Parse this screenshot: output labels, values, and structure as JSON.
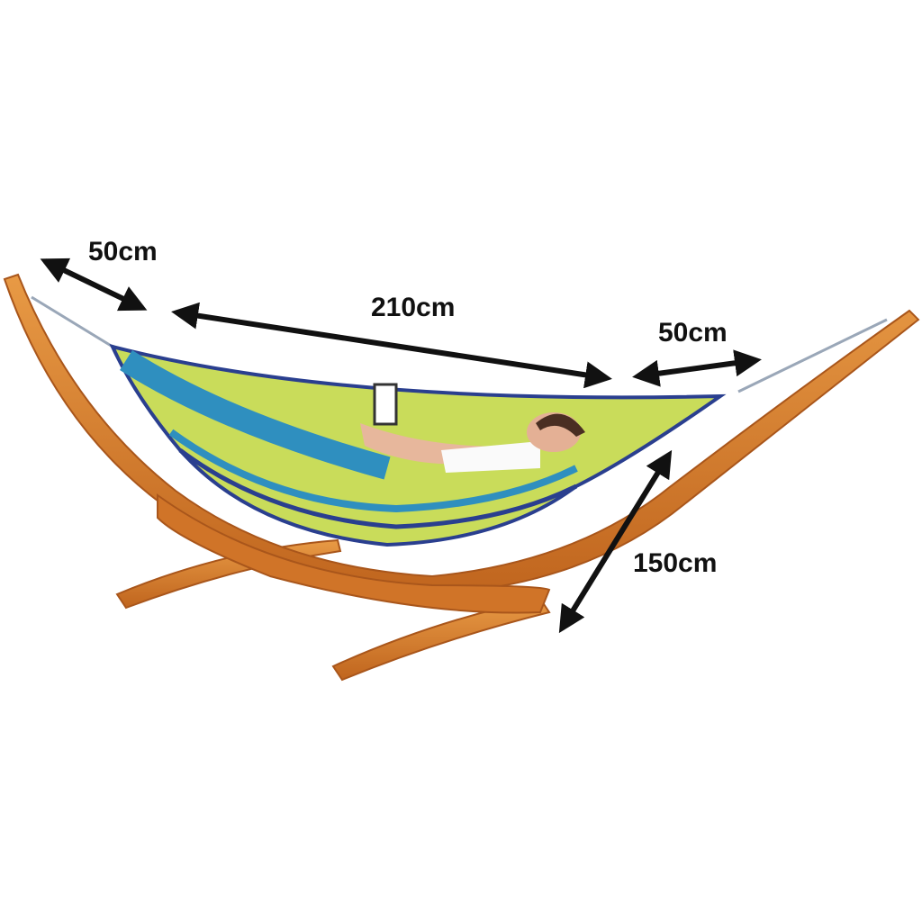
{
  "dimensions": {
    "left_extension": "50cm",
    "bed_length": "210cm",
    "right_extension": "50cm",
    "height": "150cm"
  },
  "colors": {
    "wood": "#d7792a",
    "wood_dark": "#a9561b",
    "hammock_green": "#c9dc5a",
    "hammock_blue": "#2f8fbf",
    "hammock_navy": "#2a3f8f",
    "arrow": "#111111"
  }
}
